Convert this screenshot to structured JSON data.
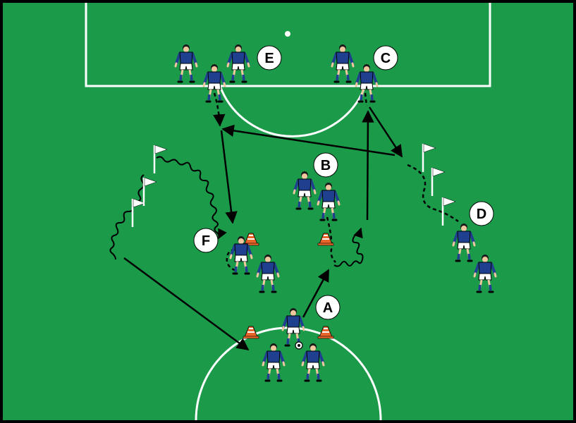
{
  "colors": {
    "pitch": "#1b9a4a",
    "lines": "#ffffff",
    "border": "#000000",
    "shirt": "#1f3f8f",
    "shorts": "#ffffff",
    "skin": "#f0c8a0",
    "cone": "#e8662a",
    "arrow": "#000000"
  },
  "labels": {
    "a": "A",
    "b": "B",
    "c": "C",
    "d": "D",
    "e": "E",
    "f": "F"
  },
  "icons": {
    "player": "player-icon",
    "cone": "cone-icon",
    "flag": "flag-icon",
    "ball": "ball-icon"
  }
}
